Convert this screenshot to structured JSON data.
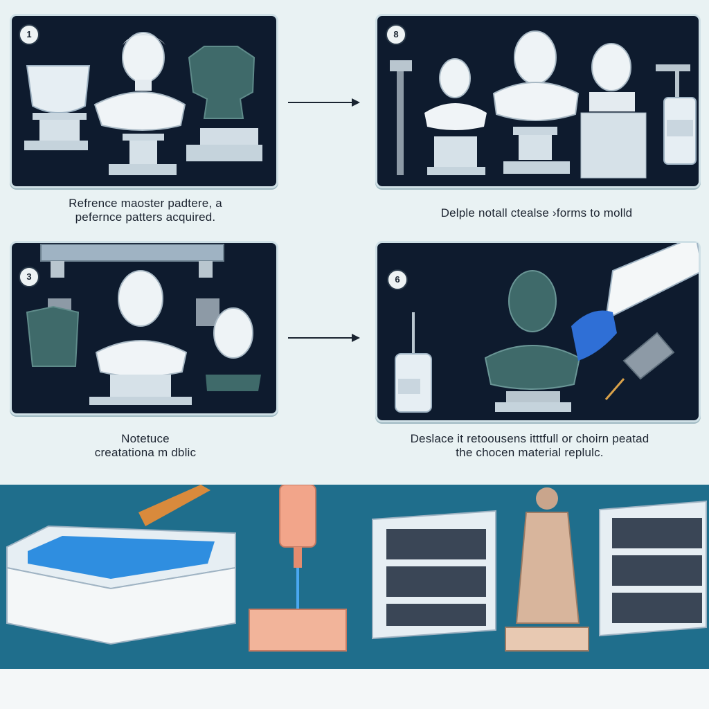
{
  "steps": [
    {
      "number": "1",
      "caption_line1": "Refrence maoster padtere, a",
      "caption_line2": "pefernce patters acquired."
    },
    {
      "number": "8",
      "caption_line1": "Delple notall ctealse ›forms to molld",
      "caption_line2": ""
    },
    {
      "number": "3",
      "caption_line1": "Notetuce",
      "caption_line2": "creatationa m dblic"
    },
    {
      "number": "6",
      "caption_line1": "Deslace it retoousens itttfull or choirn peatad",
      "caption_line2": "the chocen material replulc."
    }
  ],
  "icons": {
    "step1": [
      "bowl-mold-icon",
      "bust-statue-icon",
      "mold-shell-icon"
    ],
    "step2": [
      "hammer-tool-icon",
      "bust-statue-icon",
      "bust-statue-icon",
      "bust-statue-icon",
      "resin-jar-icon"
    ],
    "step3": [
      "press-machine-icon",
      "bust-statue-icon",
      "mold-half-icon"
    ],
    "step4": [
      "resin-jar-icon",
      "bust-statue-icon",
      "gloved-hand-icon",
      "dispenser-icon"
    ],
    "bottom": [
      "resin-tray-icon",
      "nozzle-icon",
      "shelf-replicas-icon",
      "finished-statue-icon",
      "shelf-replicas-icon"
    ]
  },
  "colors": {
    "panel_bg": "#0e1b2e",
    "banner_blue": "#1f6e8c",
    "page_bg": "#e9f2f3"
  }
}
